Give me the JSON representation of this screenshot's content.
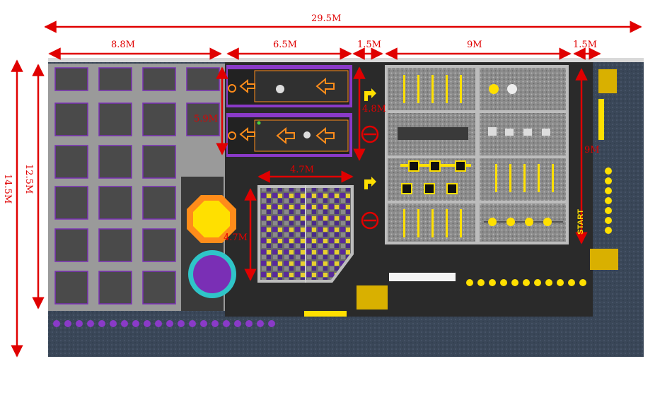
{
  "dimensions": {
    "total_width": "29.5M",
    "seg_1": "8.8M",
    "seg_2": "6.5M",
    "seg_3": "1.5M",
    "seg_4": "9M",
    "seg_5": "1.5M",
    "total_height": "14.5M",
    "inner_height": "12.5M",
    "dodgeball_height": "5.9M",
    "lane_gap_height": "4.8M",
    "foam_pit_width": "4.7M",
    "foam_pit_height": "4.7M",
    "ninja_course_height": "9M"
  },
  "labels": {
    "start": "START"
  },
  "colors": {
    "dimension_red": "#e00000",
    "floor_grey": "#9a9a9a",
    "carpet_blue": "#3c4a5e",
    "accent_purple": "#7a2fb5",
    "accent_yellow": "#ffe000",
    "trampoline_dark": "#4a4a4a"
  }
}
